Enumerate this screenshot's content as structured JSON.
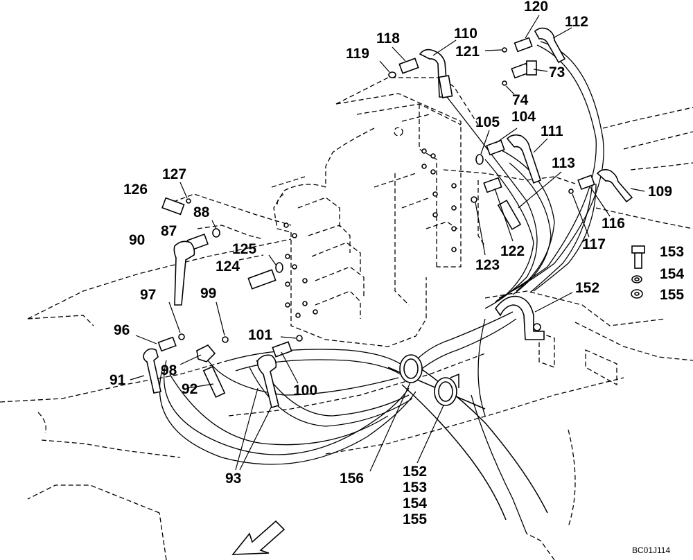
{
  "callouts": [
    "120",
    "112",
    "110",
    "118",
    "119",
    "121",
    "73",
    "74",
    "105",
    "104",
    "111",
    "113",
    "127",
    "126",
    "88",
    "87",
    "90",
    "125",
    "124",
    "109",
    "116",
    "117",
    "123",
    "122",
    "153",
    "154",
    "155",
    "152",
    "97",
    "99",
    "96",
    "101",
    "98",
    "100",
    "91",
    "92",
    "93",
    "156"
  ],
  "stack_152_155": [
    "152",
    "153",
    "154",
    "155"
  ],
  "drawing_code": "BC01J114"
}
